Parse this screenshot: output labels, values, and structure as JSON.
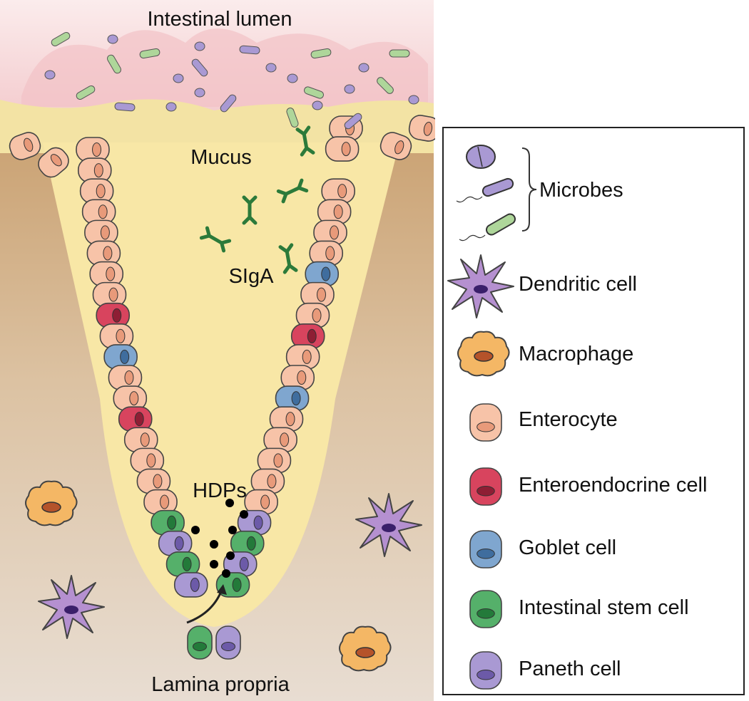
{
  "labels": {
    "lumen": "Intestinal lumen",
    "mucus": "Mucus",
    "siga": "SIgA",
    "hdps": "HDPs",
    "lamina": "Lamina propria"
  },
  "legend": {
    "microbes": "Microbes",
    "dendritic": "Dendritic cell",
    "macrophage": "Macrophage",
    "enterocyte": "Enterocyte",
    "enteroendocrine": "Enteroendocrine cell",
    "goblet": "Goblet cell",
    "stem": "Intestinal stem cell",
    "paneth": "Paneth cell"
  },
  "colors": {
    "enterocyte": "#f7c3a8",
    "enteroendocrine": "#d8445e",
    "goblet": "#7fa6cf",
    "stem": "#55b06a",
    "paneth": "#a999d3",
    "dendritic": "#b590d0",
    "macrophage": "#f4b765",
    "mucus": "#f8e7a6",
    "lumen": "#f6d4d6",
    "tissue": "#d7b68c",
    "siga": "#2c7a3a"
  },
  "crypt_cells": {
    "left": [
      "enterocyte",
      "enterocyte",
      "enterocyte",
      "enterocyte",
      "enterocyte",
      "enterocyte",
      "enterocyte",
      "enterocyte",
      "enteroendocrine",
      "enterocyte",
      "goblet",
      "enterocyte",
      "enterocyte",
      "enteroendocrine",
      "enterocyte",
      "enterocyte",
      "enterocyte",
      "enterocyte",
      "stem",
      "paneth",
      "stem",
      "paneth"
    ],
    "bottom": [
      "stem",
      "paneth"
    ],
    "right": [
      "enterocyte",
      "enterocyte",
      "enterocyte",
      "enterocyte",
      "enterocyte",
      "enterocyte",
      "goblet",
      "enterocyte",
      "enterocyte",
      "enteroendocrine",
      "enterocyte",
      "enterocyte",
      "goblet",
      "enterocyte",
      "enterocyte",
      "enterocyte",
      "enterocyte",
      "enterocyte",
      "paneth",
      "stem",
      "paneth",
      "stem"
    ]
  }
}
